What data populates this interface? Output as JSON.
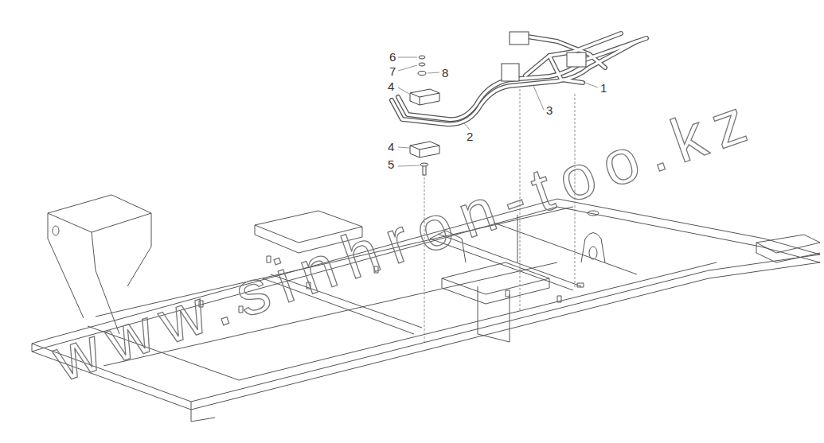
{
  "diagram": {
    "labels": [
      "6",
      "7",
      "8",
      "4",
      "1",
      "3",
      "2",
      "4",
      "5",
      "www.sinhron-too.kz"
    ]
  }
}
